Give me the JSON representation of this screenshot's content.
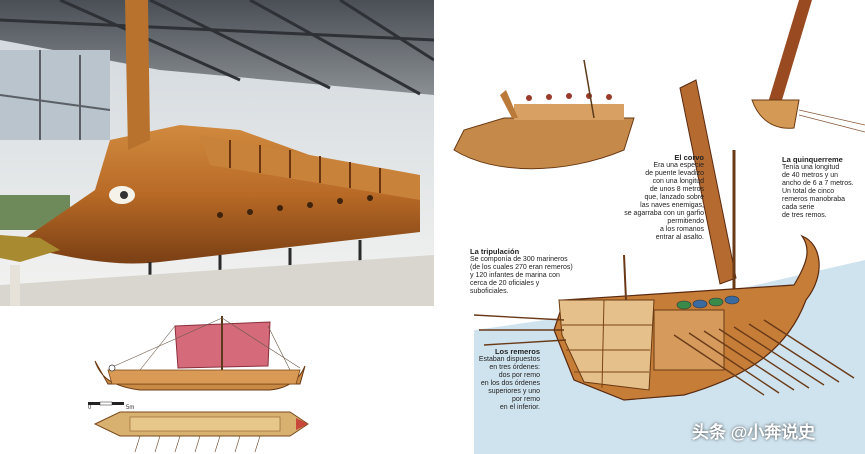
{
  "watermark": "头条 @小奔说史",
  "plans": {
    "scale_zero": "0",
    "scale_end": "5m"
  },
  "annotations": {
    "corvus": {
      "title": "El corvo",
      "lines": [
        "Era una especie",
        "de puente levadizo",
        "con una longitud",
        "de unos 8 metros",
        "que, lanzado sobre",
        "las naves enemigas,",
        "se agarraba con un garfio",
        "permitiendo",
        "a los romanos",
        "entrar al asalto."
      ]
    },
    "quinquereme": {
      "title": "La quinquerreme",
      "lines": [
        "Tenía una longitud",
        "de 40 metros y un",
        "ancho de 6 a 7 metros.",
        "Un total de cinco",
        "remeros manobraba",
        "cada serie",
        "de tres remos."
      ]
    },
    "crew": {
      "title": "La tripulación",
      "lines": [
        "Se componía de 300 marineros",
        "(de los cuales 270 eran remeros)",
        "y 120 infantes de marina con",
        "cerca de 20 oficiales y",
        "suboficiales."
      ]
    },
    "rowers": {
      "title": "Los remeros",
      "lines": [
        "Estaban dispuestos",
        "en tres órdenes:",
        "dos por remo",
        "en los dos órdenes",
        "superiores y uno",
        "por remo",
        "en el inferior."
      ]
    }
  }
}
